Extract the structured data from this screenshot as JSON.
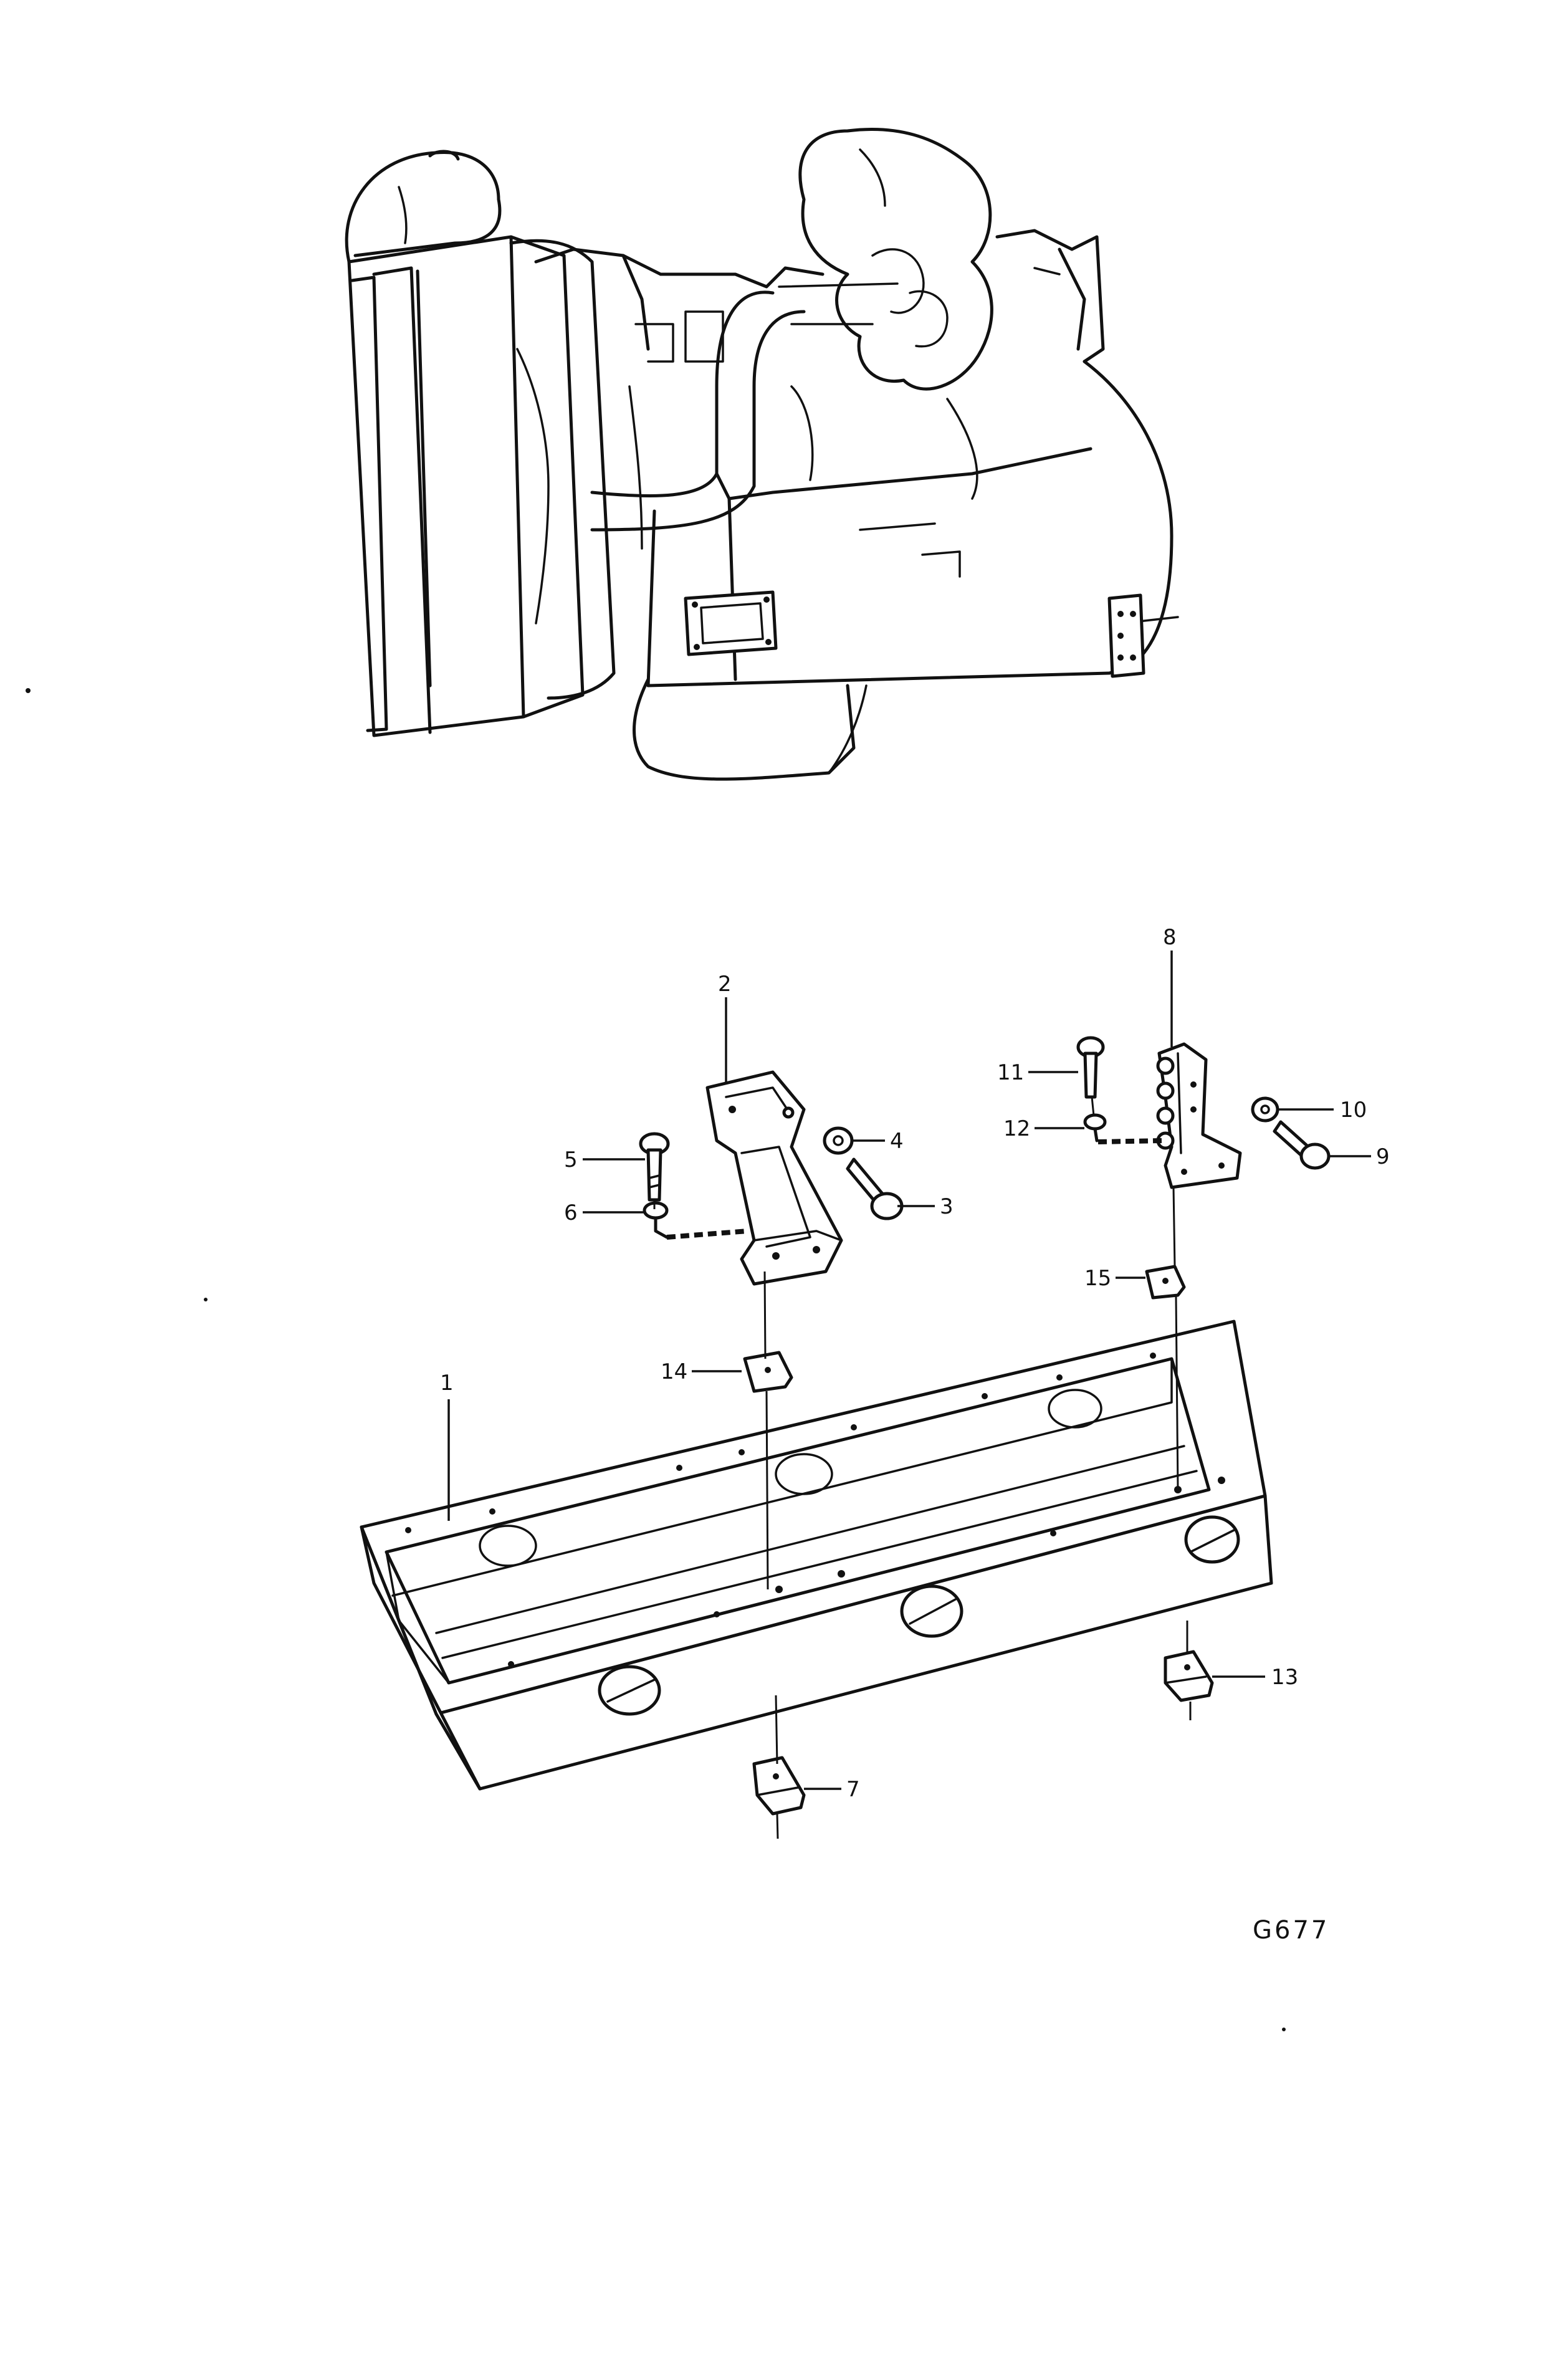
{
  "drawing_code": "G677",
  "callouts": [
    {
      "id": "1",
      "label": "1"
    },
    {
      "id": "2",
      "label": "2"
    },
    {
      "id": "3",
      "label": "3"
    },
    {
      "id": "4",
      "label": "4"
    },
    {
      "id": "5",
      "label": "5"
    },
    {
      "id": "6",
      "label": "6"
    },
    {
      "id": "7",
      "label": "7"
    },
    {
      "id": "8",
      "label": "8"
    },
    {
      "id": "9",
      "label": "9"
    },
    {
      "id": "10",
      "label": "10"
    },
    {
      "id": "11",
      "label": "11"
    },
    {
      "id": "12",
      "label": "12"
    },
    {
      "id": "13",
      "label": "13"
    },
    {
      "id": "14",
      "label": "14"
    },
    {
      "id": "15",
      "label": "15"
    }
  ]
}
